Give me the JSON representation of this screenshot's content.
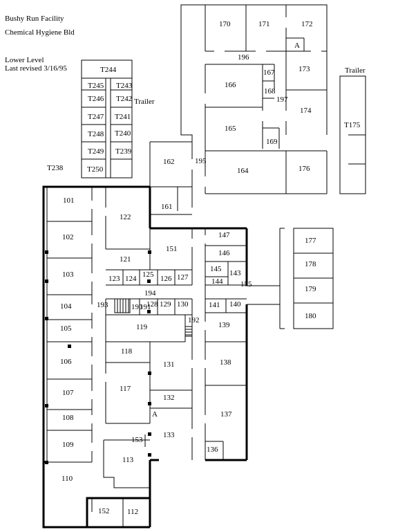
{
  "header": {
    "facility": "Bushy Run Facility",
    "building": "Chemical Hygiene Bld",
    "level": "Lower Level",
    "revised": "Last revised 3/16/95"
  },
  "trailer_labels": [
    "Trailer",
    "Trailer"
  ],
  "rooms": [
    {
      "id": "170",
      "label": "170"
    },
    {
      "id": "171",
      "label": "171"
    },
    {
      "id": "172",
      "label": "172"
    },
    {
      "id": "A1",
      "label": "A"
    },
    {
      "id": "196",
      "label": "196"
    },
    {
      "id": "173",
      "label": "173"
    },
    {
      "id": "167",
      "label": "167"
    },
    {
      "id": "168",
      "label": "168"
    },
    {
      "id": "197",
      "label": "197"
    },
    {
      "id": "166",
      "label": "166"
    },
    {
      "id": "174",
      "label": "174"
    },
    {
      "id": "165",
      "label": "165"
    },
    {
      "id": "169",
      "label": "169"
    },
    {
      "id": "164",
      "label": "164"
    },
    {
      "id": "176",
      "label": "176"
    },
    {
      "id": "195",
      "label": "195"
    },
    {
      "id": "162",
      "label": "162"
    },
    {
      "id": "161",
      "label": "161"
    },
    {
      "id": "T244",
      "label": "T244"
    },
    {
      "id": "T245",
      "label": "T245"
    },
    {
      "id": "T243",
      "label": "T243"
    },
    {
      "id": "T246",
      "label": "T246"
    },
    {
      "id": "T242",
      "label": "T242"
    },
    {
      "id": "T247",
      "label": "T247"
    },
    {
      "id": "T241",
      "label": "T241"
    },
    {
      "id": "T248",
      "label": "T248"
    },
    {
      "id": "T240",
      "label": "T240"
    },
    {
      "id": "T249",
      "label": "T249"
    },
    {
      "id": "T239",
      "label": "T239"
    },
    {
      "id": "T250",
      "label": "T250"
    },
    {
      "id": "T238",
      "label": "T238"
    },
    {
      "id": "T175",
      "label": "T175"
    },
    {
      "id": "101",
      "label": "101"
    },
    {
      "id": "122",
      "label": "122"
    },
    {
      "id": "102",
      "label": "102"
    },
    {
      "id": "121",
      "label": "121"
    },
    {
      "id": "151",
      "label": "151"
    },
    {
      "id": "147",
      "label": "147"
    },
    {
      "id": "146",
      "label": "146"
    },
    {
      "id": "145",
      "label": "145"
    },
    {
      "id": "143",
      "label": "143"
    },
    {
      "id": "144",
      "label": "144"
    },
    {
      "id": "103",
      "label": "103"
    },
    {
      "id": "123",
      "label": "123"
    },
    {
      "id": "124",
      "label": "124"
    },
    {
      "id": "125",
      "label": "125"
    },
    {
      "id": "126",
      "label": "126"
    },
    {
      "id": "127",
      "label": "127"
    },
    {
      "id": "155",
      "label": "155"
    },
    {
      "id": "194",
      "label": "194"
    },
    {
      "id": "104",
      "label": "104"
    },
    {
      "id": "193",
      "label": "193"
    },
    {
      "id": "190",
      "label": "190"
    },
    {
      "id": "191",
      "label": "191"
    },
    {
      "id": "128",
      "label": "128"
    },
    {
      "id": "129",
      "label": "129"
    },
    {
      "id": "130",
      "label": "130"
    },
    {
      "id": "141",
      "label": "141"
    },
    {
      "id": "140",
      "label": "140"
    },
    {
      "id": "192",
      "label": "192"
    },
    {
      "id": "105",
      "label": "105"
    },
    {
      "id": "119",
      "label": "119"
    },
    {
      "id": "139",
      "label": "139"
    },
    {
      "id": "118",
      "label": "118"
    },
    {
      "id": "106",
      "label": "106"
    },
    {
      "id": "131",
      "label": "131"
    },
    {
      "id": "138",
      "label": "138"
    },
    {
      "id": "117",
      "label": "117"
    },
    {
      "id": "107",
      "label": "107"
    },
    {
      "id": "132",
      "label": "132"
    },
    {
      "id": "A2",
      "label": "A"
    },
    {
      "id": "137",
      "label": "137"
    },
    {
      "id": "108",
      "label": "108"
    },
    {
      "id": "133",
      "label": "133"
    },
    {
      "id": "153",
      "label": "153"
    },
    {
      "id": "109",
      "label": "109"
    },
    {
      "id": "113",
      "label": "113"
    },
    {
      "id": "136",
      "label": "136"
    },
    {
      "id": "110",
      "label": "110"
    },
    {
      "id": "152",
      "label": "152"
    },
    {
      "id": "112",
      "label": "112"
    },
    {
      "id": "177",
      "label": "177"
    },
    {
      "id": "178",
      "label": "178"
    },
    {
      "id": "179",
      "label": "179"
    },
    {
      "id": "180",
      "label": "180"
    }
  ]
}
